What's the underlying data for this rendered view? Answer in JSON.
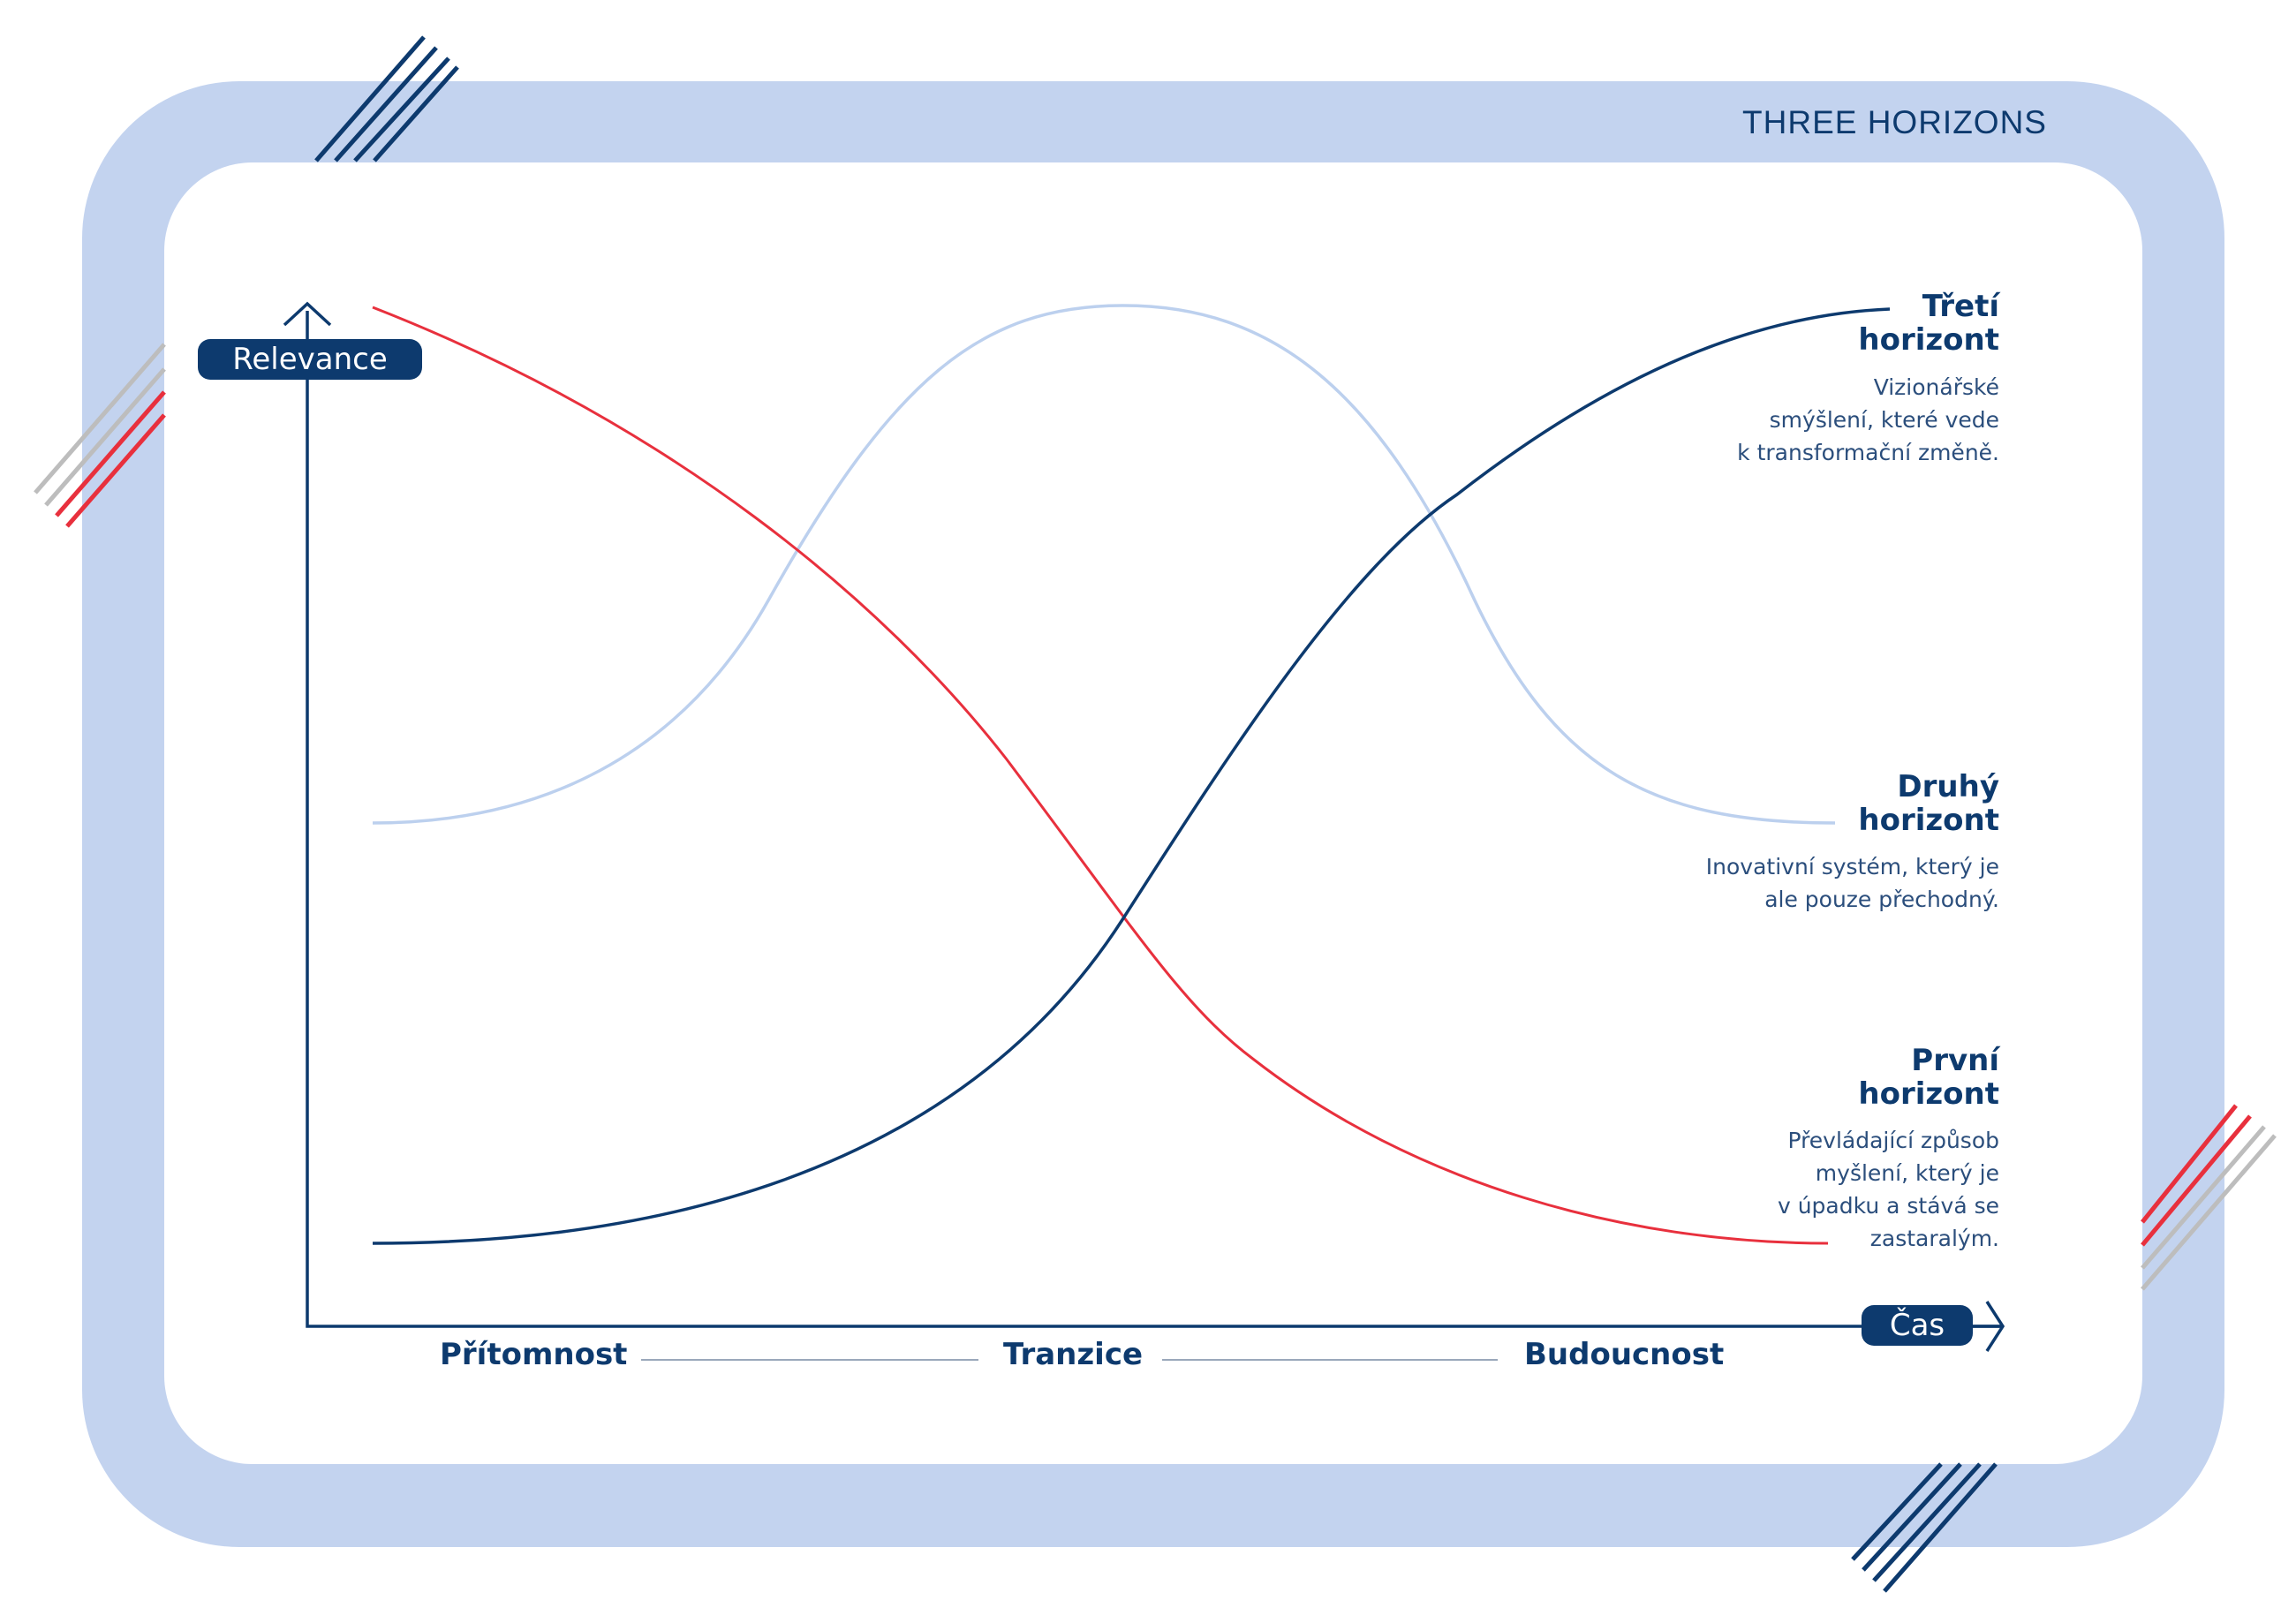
{
  "banner": {
    "title": "THREE HORIZONS"
  },
  "axes": {
    "y_label": "Relevance",
    "x_label": "Čas"
  },
  "phases": [
    {
      "label": "Přítomnost"
    },
    {
      "label": "Tranzice"
    },
    {
      "label": "Budoucnost"
    }
  ],
  "horizons": {
    "third": {
      "title_lines": [
        "Třetí",
        "horizont"
      ],
      "desc_lines": [
        "Vizionářské",
        "smýšlení, které vede",
        "k transformační změně."
      ]
    },
    "second": {
      "title_lines": [
        "Druhý",
        "horizont"
      ],
      "desc_lines": [
        "Inovativní systém, který je",
        "ale pouze přechodný."
      ]
    },
    "first": {
      "title_lines": [
        "První",
        "horizont"
      ],
      "desc_lines": [
        "Převládající způsob",
        "myšlení, který je",
        "v úpadku a stává se",
        "zastaralým."
      ]
    }
  },
  "colors": {
    "frame": "#c3d3ef",
    "navy": "#0d3a6e",
    "red": "#e8303d",
    "light_blue": "#bcd0ee",
    "grey": "#bdbdbd"
  }
}
